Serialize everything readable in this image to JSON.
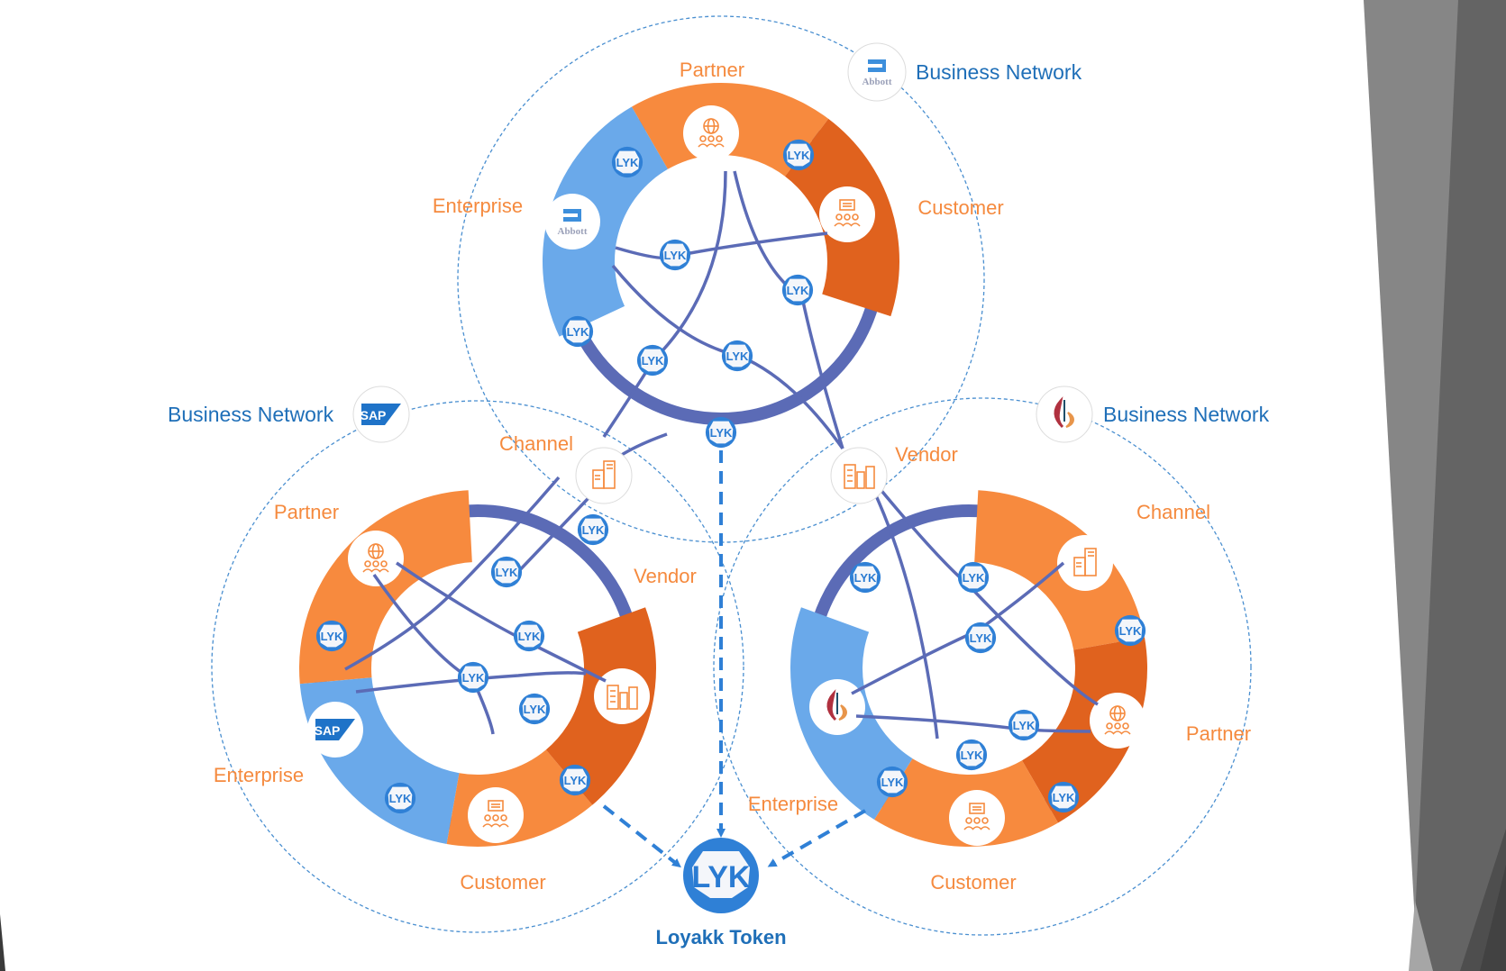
{
  "colors": {
    "enterprise_blue": "#6aa9ea",
    "partner_orange": "#f78a3e",
    "customer_dark_orange": "#e0621e",
    "ring_indigo": "#5b6bb6",
    "token_blue": "#2f80d6",
    "label_orange": "#f58a3e",
    "label_blue": "#1f6fb8",
    "dashed_circle": "#4a8fd0"
  },
  "token": {
    "badge_text": "LYK",
    "label": "Loyakk Token"
  },
  "lyk_node_text": "LYK",
  "networks": [
    {
      "id": "abbott",
      "title": "Business Network",
      "logo": "abbott-logo",
      "logo_text": "Abbott",
      "roles": {
        "partner": "Partner",
        "enterprise": "Enterprise",
        "customer": "Customer"
      },
      "external_nodes": []
    },
    {
      "id": "sap",
      "title": "Business Network",
      "logo": "sap-logo",
      "logo_text": "SAP",
      "roles": {
        "partner": "Partner",
        "enterprise": "Enterprise",
        "customer": "Customer",
        "vendor": "Vendor",
        "channel": "Channel"
      }
    },
    {
      "id": "third",
      "title": "Business Network",
      "logo": "flame-logo",
      "logo_text": "",
      "roles": {
        "channel": "Channel",
        "partner": "Partner",
        "enterprise": "Enterprise",
        "customer": "Customer",
        "vendor": "Vendor"
      }
    }
  ]
}
